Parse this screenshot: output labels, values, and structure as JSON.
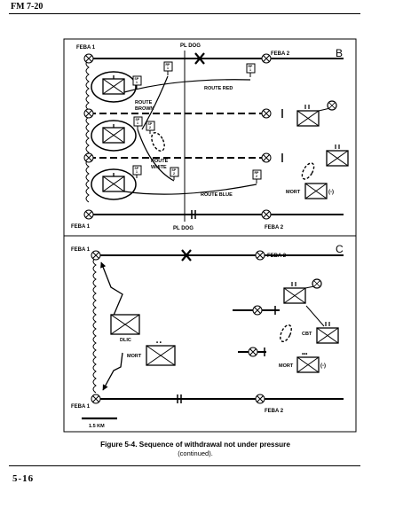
{
  "header": {
    "doc_id": "FM 7-20",
    "page_number": "5-16"
  },
  "caption": {
    "line1": "Figure 5-4.  Sequence of withdrawal not under pressure",
    "line2": "(continued)."
  },
  "panel_b": {
    "letter": "B",
    "feba1_top": "FEBA 1",
    "feba1_bottom": "FEBA 1",
    "pl_top": "PL DOG",
    "pl_bottom": "PL DOG",
    "feba2_top": "FEBA 2",
    "feba2_bottom": "FEBA 2",
    "route_red": "ROUTE RED",
    "route_brown_1": "ROUTE",
    "route_brown_2": "BROWN",
    "route_white_1": "ROUTE",
    "route_white_2": "WHITE",
    "route_blue": "ROUTE BLUE",
    "mort": "MORT",
    "mort_unit": "(-)",
    "mort_dots": "•••",
    "sp_labels": [
      "SP\n1",
      "SP\n1",
      "SP\n1",
      "SP\n2",
      "SP\n2",
      "RP\n1",
      "RP\n1",
      "RP\n2"
    ],
    "colors": {
      "line": "#000000",
      "paper": "#ffffff"
    }
  },
  "panel_c": {
    "letter": "C",
    "feba1_top": "FEBA 1",
    "feba1_bottom": "FEBA 1",
    "feba2_top": "FEBA 2",
    "feba2_bottom": "FEBA 2",
    "dlic": "DLIC",
    "mort": "MORT",
    "mort_dots": "• •",
    "mort2": "MORT",
    "mort2_unit": "(-)",
    "mort2_dots": "•••",
    "cbt": "CBT",
    "scale": "1.5 KM"
  }
}
